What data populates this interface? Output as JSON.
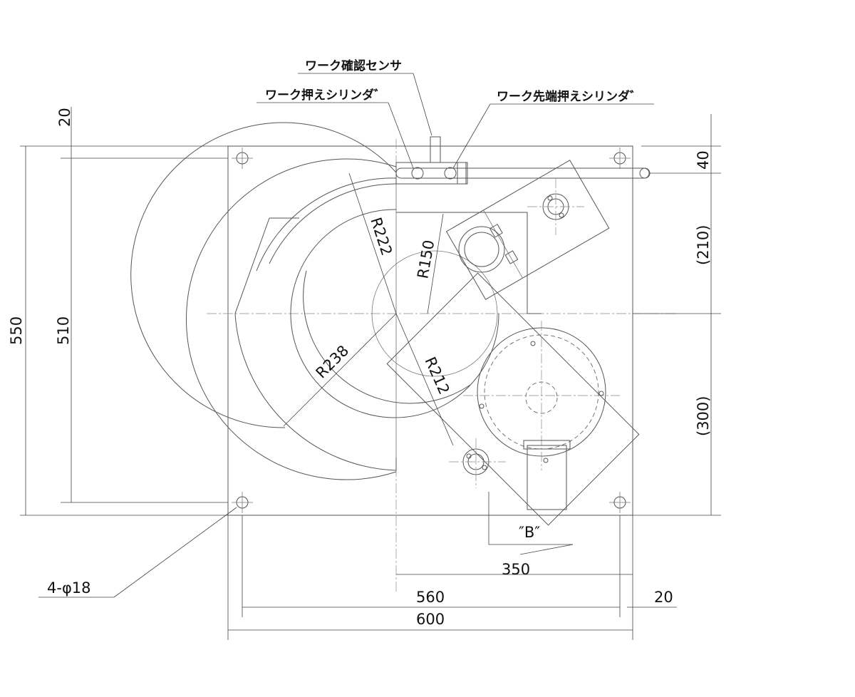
{
  "labels": {
    "work_confirm_sensor": "ワーク確認センサ",
    "work_hold_cylinder": "ワーク押えシリンダ゛",
    "work_tip_hold_cylinder": "ワーク先端押えシリンダ゛",
    "view_b": "″B″",
    "holes": "4-φ18"
  },
  "dimensions": {
    "d20_top": "20",
    "d550": "550",
    "d510": "510",
    "d40": "40",
    "d210": "(210)",
    "d300": "(300)",
    "d350": "350",
    "d560": "560",
    "d600": "600",
    "d20_right": "20"
  },
  "radii": {
    "r222": "R222",
    "r150": "R150",
    "r238": "R238",
    "r212": "R212"
  }
}
